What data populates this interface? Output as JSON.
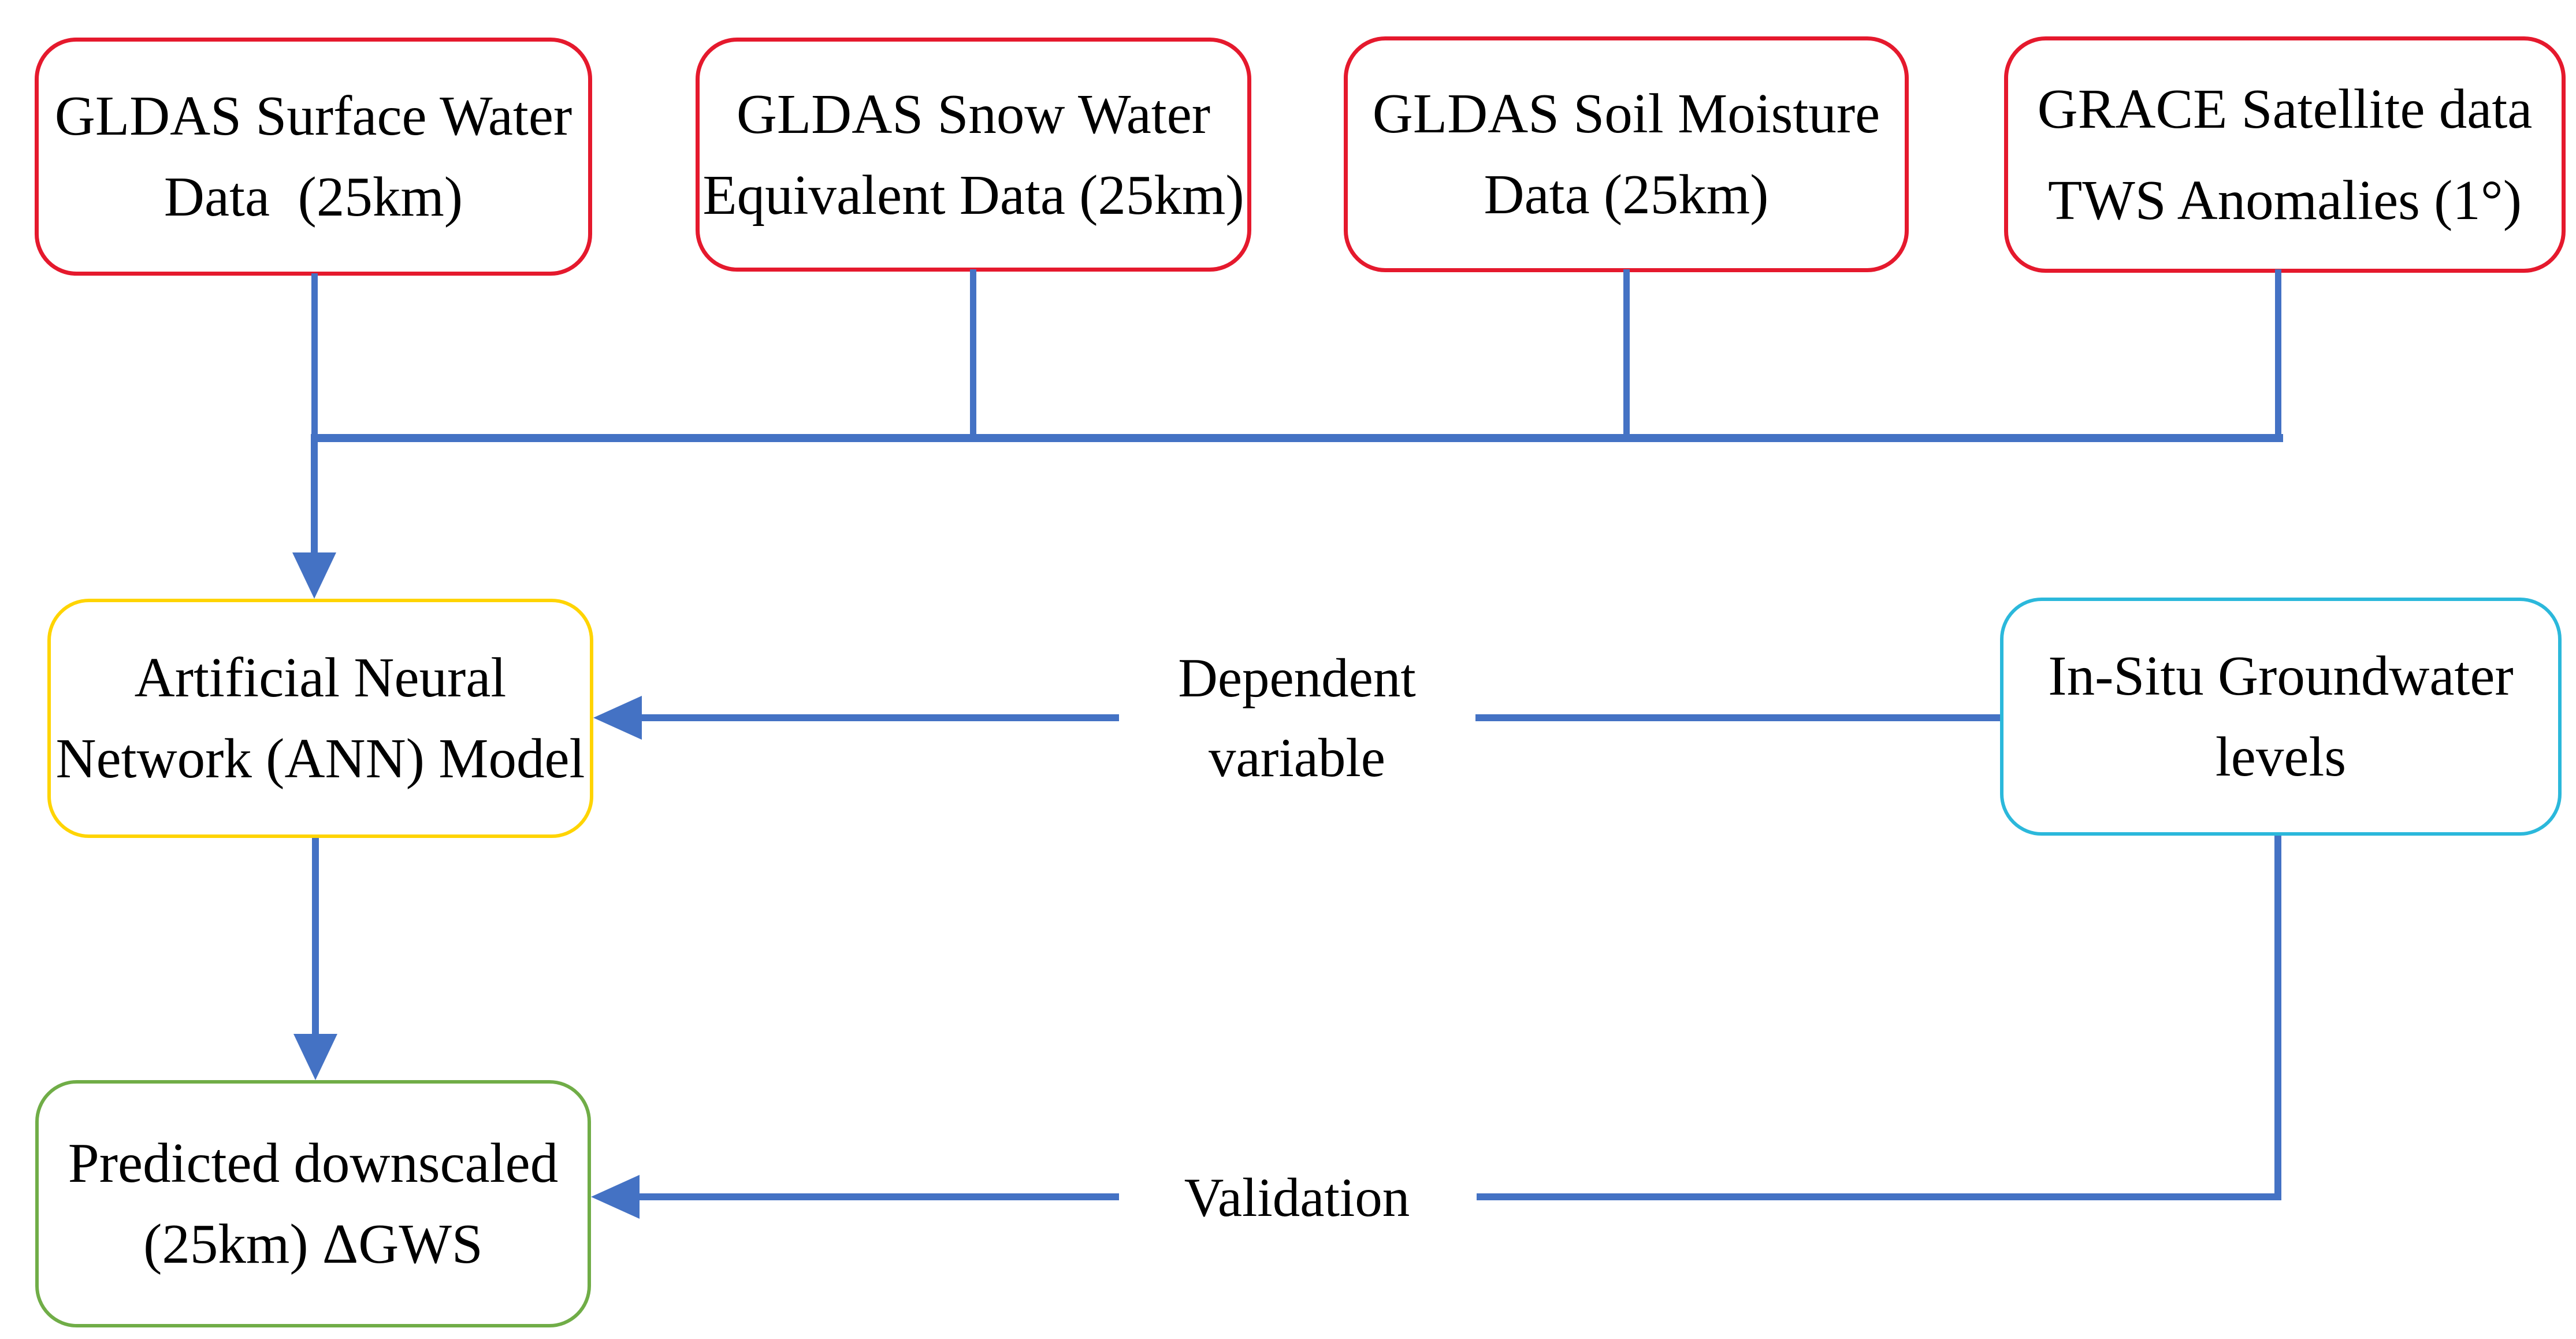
{
  "diagram": {
    "colors": {
      "connector_blue": "#4472C4",
      "input_box_border_red": "#E5192D",
      "model_box_border_yellow": "#FFD400",
      "insitu_box_border_cyan": "#2BB8DB",
      "output_box_border_green": "#70AD47",
      "text": "#000000",
      "background": "#FFFFFF"
    },
    "top_boxes": [
      {
        "line1": "GLDAS Surface Water",
        "line2": "Data  (25km)"
      },
      {
        "line1": "GLDAS Snow Water",
        "line2": "Equivalent Data (25km)"
      },
      {
        "line1": "GLDAS Soil Moisture",
        "line2": "Data (25km)"
      },
      {
        "line1": "GRACE Satellite data",
        "line2": "TWS Anomalies (1°)"
      }
    ],
    "ann_box": {
      "line1": "Artificial Neural",
      "line2": "Network (ANN) Model"
    },
    "insitu_box": {
      "line1": "In-Situ Groundwater",
      "line2": "levels"
    },
    "predicted_box": {
      "line1": "Predicted downscaled",
      "line2": "(25km) ΔGWS"
    },
    "labels": {
      "dependent_line1": "Dependent",
      "dependent_line2": "variable",
      "validation": "Validation"
    }
  }
}
